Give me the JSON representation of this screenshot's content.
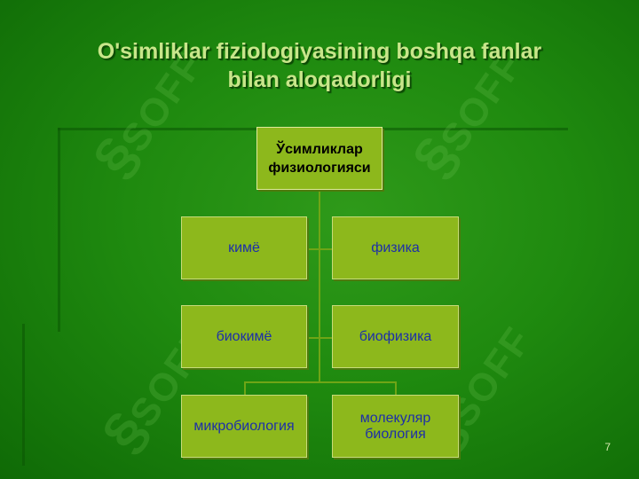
{
  "title": {
    "line1": "O'simliklar fiziologiyasining boshqa fanlar",
    "line2": "bilan aloqadorligi"
  },
  "root": {
    "label": "Ўсимликлар\nфизиологияси"
  },
  "boxes": {
    "kimyo": "кимё",
    "fizika": "физика",
    "biokimyo": "биокимё",
    "biofizika": "биофизика",
    "mikrobiologiya": "микробиология",
    "molekulyar": "молекуляр\nбиология"
  },
  "watermark": {
    "text": "SOFF",
    "mark": "§"
  },
  "page_number": "7",
  "colors": {
    "background": "#1f8a0f",
    "box_fill": "#8db81c",
    "box_text": "#1d2fa8",
    "title_text": "#c8e68a"
  }
}
